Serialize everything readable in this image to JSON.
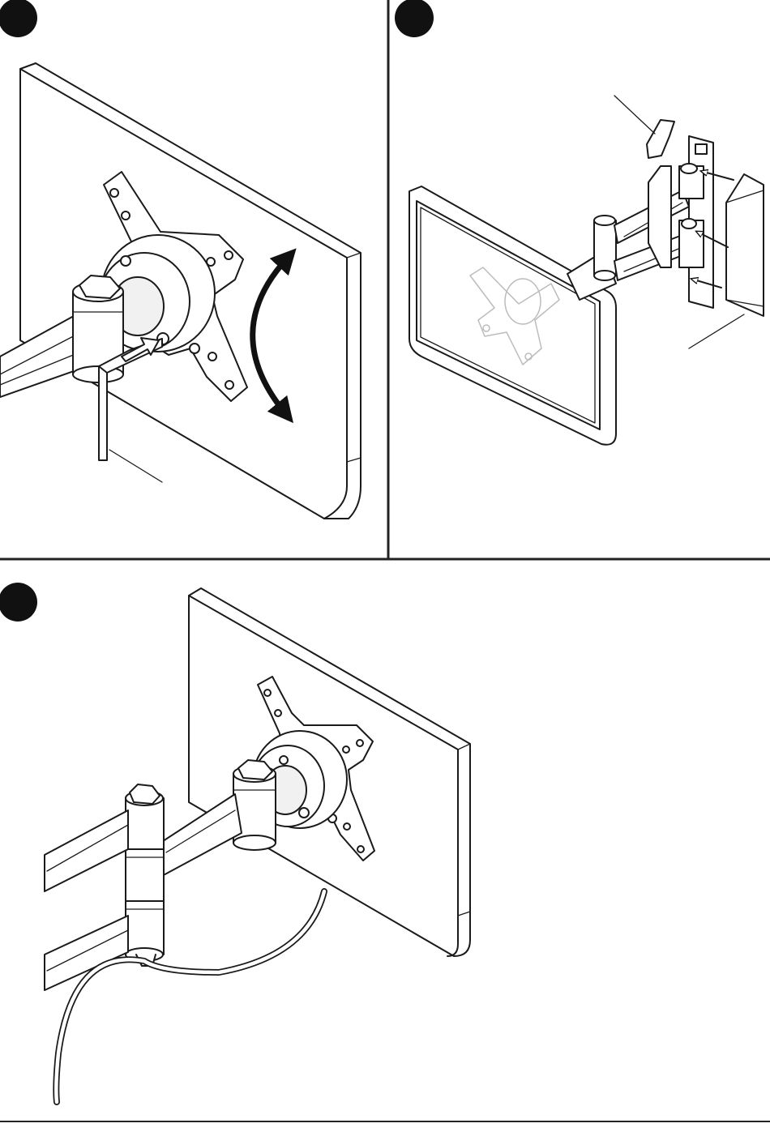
{
  "figure": {
    "panels": [
      {
        "id": "panel-1",
        "marker": "",
        "description_hidden": true
      },
      {
        "id": "panel-2",
        "marker": ""
      },
      {
        "id": "panel-3",
        "marker": ""
      }
    ],
    "colors": {
      "ink": "#1a1a1a",
      "badge": "#111111",
      "ghost": "#bcbcbc",
      "paper": "#ffffff"
    },
    "icons": [
      "step-badge-icon",
      "tilt-arrow-icon",
      "hex-key-icon",
      "insert-arrow-icon"
    ]
  }
}
